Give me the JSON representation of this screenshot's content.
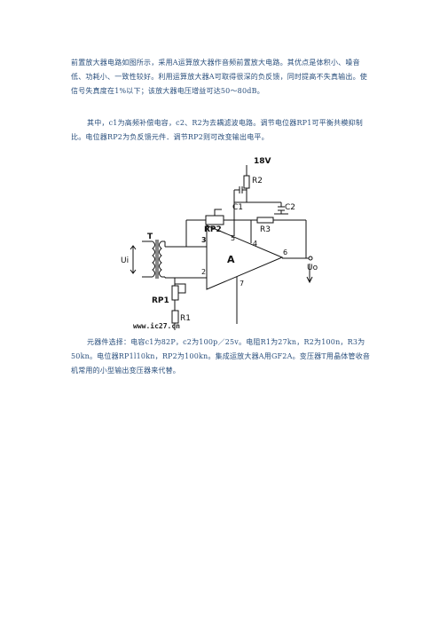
{
  "paragraphs": {
    "intro": "前置放大器电路如图所示，采用A运算放大器作音频前置放大电路。其优点是体积小、噪音低、功耗小、一致性较好。利用运算放大器A可取得很深的负反馈，同时提高不失真输出。使信号失真度在1%以下；该放大器电压增益可达50～80dB。",
    "components_note": "其中，c1为高频补偿电容，c2、R2为去耦滤波电路。调节电位器RP1可平衡共模抑制比。电位器RP2为负反馈元件．调节RP2则可改变输出电平。",
    "parts_list": "元器件选择：电容c1为82P，c2为100p／25v。电阻R1为27kn，R2为100n，R3为50kn。电位器RP1l10kn，RP2为100kn。集成运放大器A用GF2A。变压器T用晶体管收音机常用的小型输出变压器来代替。"
  },
  "circuit": {
    "supply": "18V",
    "r2": "R2",
    "c1": "C1",
    "c2": "C2",
    "rp2": "RP2",
    "r3": "R3",
    "pin3": "3",
    "pin5": "5",
    "pin4": "4",
    "pin6": "6",
    "pin2": "2",
    "pin7": "7",
    "transformer": "T",
    "opamp": "A",
    "input": "Ui",
    "output": "Uo",
    "rp1": "RP1",
    "r1": "R1",
    "watermark": "www.ic27.cn"
  }
}
